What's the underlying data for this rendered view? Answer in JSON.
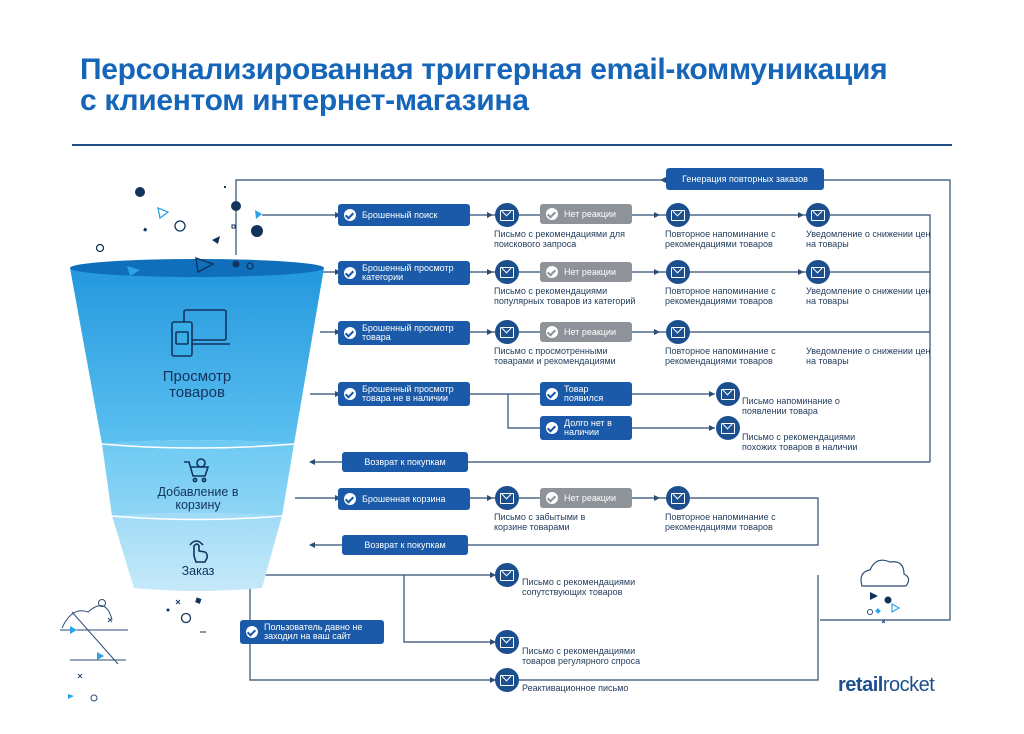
{
  "title_line1": "Персонализированная триггерная email-коммуникация",
  "title_line2": "с клиентом интернет-магазина",
  "funnel": {
    "stage1": "Просмотр товаров",
    "stage2": "Добавление в корзину",
    "stage3": "Заказ"
  },
  "top_loop": "Генерация повторных заказов",
  "triggers": {
    "search": "Брошенный поиск",
    "category": "Брошенный просмотр категории",
    "product": "Брошенный просмотр товара",
    "out_of_stock": "Брошенный просмотр товара не в наличии",
    "cart": "Брошенная корзина",
    "inactive": "Пользователь давно не заходил на ваш сайт"
  },
  "no_reaction": "Нет реакции",
  "in_stock": "Товар появился",
  "long_absent": "Долго нет в наличии",
  "return_to_shopping": "Возврат к покупкам",
  "letters": {
    "search_1": "Письмо с рекомендациями для поискового запроса",
    "search_2": "Повторное напоминание с рекомендациями товаров",
    "search_3": "Уведомление о снижении цен на товары",
    "category_1": "Письмо с рекомендациями популярных товаров из категорий",
    "category_2": "Повторное напоминание с рекомендациями товаров",
    "category_3": "Уведомление о снижении цен на товары",
    "product_1": "Письмо с просмотренными товарами и рекомендациями",
    "product_2": "Повторное напоминание с рекомендациями товаров",
    "product_3": "Уведомление о снижении цен на товары",
    "stock_1": "Письмо напоминание о появлении товара",
    "stock_2": "Письмо с рекомендациями похожих товаров в наличии",
    "cart_1": "Письмо с забытыми в корзине товарами",
    "cart_2": "Повторное напоминание с рекомендациями товаров",
    "order_1": "Письмо с рекомендациями сопутствующих товаров",
    "order_2": "Письмо с рекомендациями товаров регулярного спроса",
    "reactivation": "Реактивационное письмо"
  },
  "logo_bold": "retail",
  "logo_light": "rocket",
  "colors": {
    "title": "#1565b8",
    "pill": "#1a5aa8",
    "grey_pill": "#8e9399",
    "funnel_top": "#2ba3e6",
    "funnel_bottom": "#a8dcf5",
    "line": "#2c4d74"
  }
}
